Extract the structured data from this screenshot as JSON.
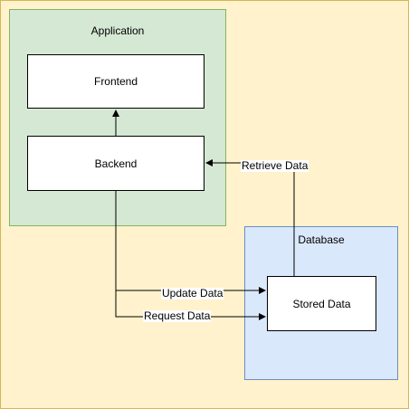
{
  "groups": {
    "application": {
      "title": "Application",
      "fill": "#d5e8d4",
      "stroke": "#82b366"
    },
    "database": {
      "title": "Database",
      "fill": "#dae8fc",
      "stroke": "#6c8ebf"
    }
  },
  "nodes": {
    "frontend": "Frontend",
    "backend": "Backend",
    "stored_data": "Stored Data"
  },
  "edges": {
    "update": "Update Data",
    "request": "Request Data",
    "retrieve": "Retrieve Data"
  },
  "colors": {
    "background": "#fff2cc",
    "background_border": "#d6b656",
    "line": "#000000"
  }
}
